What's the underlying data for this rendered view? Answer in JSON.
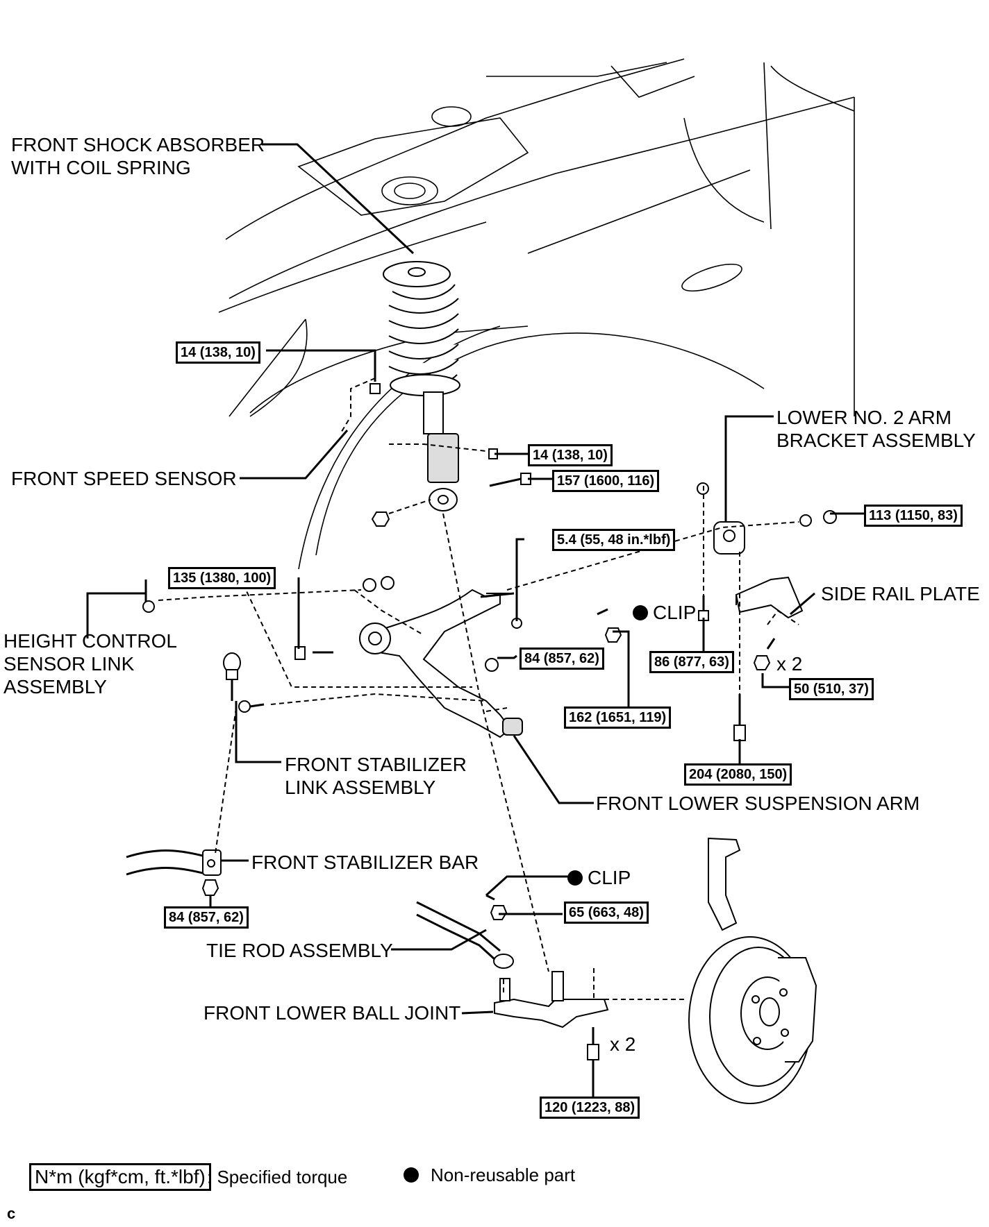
{
  "labels": {
    "shock_absorber": "FRONT SHOCK ABSORBER\nWITH COIL SPRING",
    "speed_sensor": "FRONT SPEED SENSOR",
    "lower_no2_arm_bracket": "LOWER NO. 2 ARM\nBRACKET ASSEMBLY",
    "side_rail_plate": "SIDE RAIL PLATE",
    "height_control_sensor_link": "HEIGHT CONTROL\nSENSOR LINK\nASSEMBLY",
    "stabilizer_link": "FRONT STABILIZER\nLINK ASSEMBLY",
    "lower_suspension_arm": "FRONT LOWER SUSPENSION ARM",
    "stabilizer_bar": "FRONT STABILIZER BAR",
    "tie_rod": "TIE ROD ASSEMBLY",
    "lower_ball_joint": "FRONT LOWER BALL JOINT",
    "clip_1": "CLIP",
    "clip_2": "CLIP",
    "x2_side_rail": "x 2",
    "x2_ball_joint": "x 2"
  },
  "torques": {
    "t_14_a": "14 (138, 10)",
    "t_14_b": "14 (138, 10)",
    "t_157": "157 (1600, 116)",
    "t_113": "113 (1150, 83)",
    "t_5_4": "5.4 (55, 48 in.*lbf)",
    "t_135": "135 (1380, 100)",
    "t_86": "86 (877, 63)",
    "t_84_a": "84 (857, 62)",
    "t_50": "50 (510, 37)",
    "t_162": "162 (1651, 119)",
    "t_204": "204 (2080, 150)",
    "t_84_b": "84 (857, 62)",
    "t_65": "65 (663, 48)",
    "t_120": "120 (1223, 88)"
  },
  "legend": {
    "torque_unit": "N*m (kgf*cm, ft.*lbf)",
    "torque_desc": ": Specified torque",
    "nonreusable_desc": "Non-reusable part"
  },
  "corner_mark": "c",
  "icons": {
    "non_reusable": "filled-circle"
  }
}
